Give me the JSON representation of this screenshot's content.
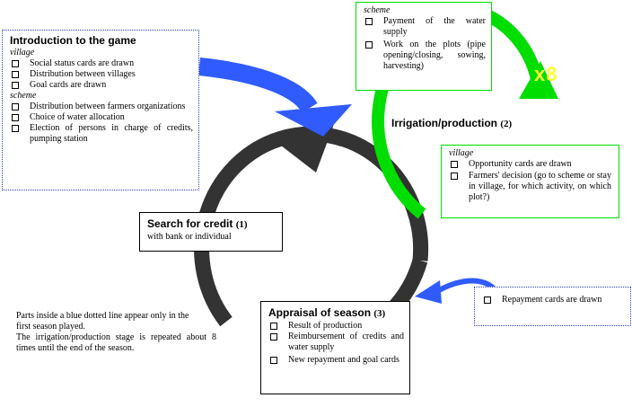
{
  "intro": {
    "title": "Introduction to the game",
    "village_label": "village",
    "village_items": [
      "Social status cards are drawn",
      "Distribution between villages",
      "Goal cards are drawn"
    ],
    "scheme_label": "scheme",
    "scheme_items": [
      "Distribution between farmers organizations",
      "Choice of water allocation",
      "Election of persons in charge of credits, pumping station"
    ]
  },
  "scheme_box": {
    "label": "scheme",
    "items": [
      "Payment of the water supply",
      "Work on the plots (pipe opening/closing, sowing, harvesting)"
    ]
  },
  "multiplier": "x8",
  "irrigation": {
    "title": "Irrigation/production",
    "num": "(2)"
  },
  "village_box": {
    "label": "village",
    "items": [
      "Opportunity cards are drawn",
      "Farmers' decision (go to scheme or stay in village, for which activity, on which plot?)"
    ]
  },
  "credit": {
    "title": "Search for credit",
    "num": "(1)",
    "desc": "with bank or individual"
  },
  "repayment": {
    "items": [
      "Repayment cards are drawn"
    ]
  },
  "appraisal": {
    "title": "Appraisal of season",
    "num": "(3)",
    "items": [
      "Result of production",
      "Reimbursement of credits and water supply",
      "New repayment and goal cards"
    ]
  },
  "note": {
    "lines": [
      "Parts inside a blue dotted line appear only in the",
      "first season played.",
      "The irrigation/production stage is repeated about 8",
      "times until the end of the season."
    ]
  },
  "colors": {
    "green": "#00dd00",
    "blue": "#2f5bff",
    "dark": "#333333",
    "dotted_border": "#2a3fbf",
    "x8": "#ffff33"
  }
}
